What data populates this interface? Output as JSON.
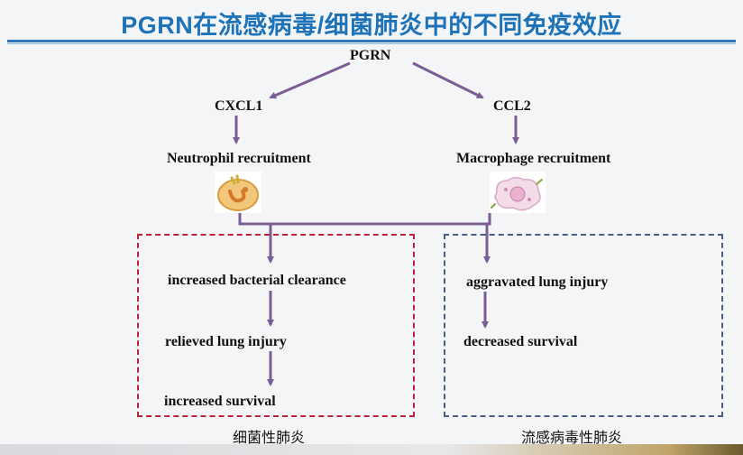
{
  "title": "PGRN在流感病毒/细菌肺炎中的不同免疫效应",
  "nodes": {
    "pgrn": "PGRN",
    "cxcl1": "CXCL1",
    "ccl2": "CCL2",
    "neutrophil": "Neutrophil recruitment",
    "macrophage": "Macrophage recruitment"
  },
  "bacterial": {
    "caption": "细菌性肺炎",
    "steps": [
      "increased bacterial clearance",
      "relieved lung injury",
      "increased survival"
    ]
  },
  "viral": {
    "caption": "流感病毒性肺炎",
    "steps": [
      "aggravated lung injury",
      "decreased survival"
    ]
  },
  "colors": {
    "title": "#1e73b8",
    "arrow": "#7b5d95",
    "bacterial_box": "#c0203a",
    "viral_box": "#4a5d83"
  },
  "icons": [
    "neutrophil-cell-icon",
    "macrophage-cell-icon"
  ]
}
